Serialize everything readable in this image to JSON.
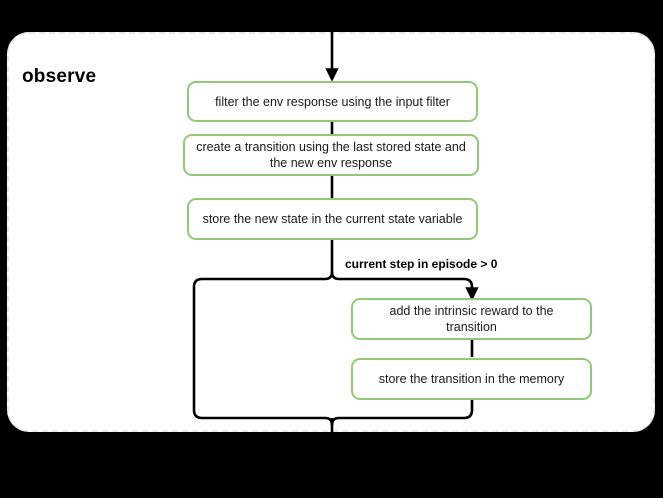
{
  "diagram": {
    "type": "flowchart",
    "scope": {
      "title": "observe",
      "border_style": "dashed",
      "border_color": "#e9e9e9",
      "background": "#ffffff"
    },
    "canvas_background": "#000000",
    "node_border_color": "#90c978",
    "edge_color": "#000000",
    "nodes": [
      {
        "id": "filter",
        "label": "filter the env response using the input filter"
      },
      {
        "id": "create",
        "label": "create a transition using the last stored state and the new env response"
      },
      {
        "id": "store_state",
        "label": "store the new state in the current state variable"
      },
      {
        "id": "add_reward",
        "label": "add the intrinsic reward to the transition"
      },
      {
        "id": "store_transition",
        "label": "store the transition in the memory"
      }
    ],
    "edges": [
      {
        "from": "entry",
        "to": "filter",
        "label": ""
      },
      {
        "from": "filter",
        "to": "create",
        "label": ""
      },
      {
        "from": "create",
        "to": "store_state",
        "label": ""
      },
      {
        "from": "store_state",
        "to": "add_reward",
        "label": "current step in episode > 0"
      },
      {
        "from": "add_reward",
        "to": "store_transition",
        "label": ""
      },
      {
        "from": "store_state",
        "to": "merge",
        "label": ""
      },
      {
        "from": "store_transition",
        "to": "merge",
        "label": ""
      },
      {
        "from": "merge",
        "to": "exit",
        "label": ""
      }
    ],
    "branch_label": "current step in episode > 0"
  }
}
